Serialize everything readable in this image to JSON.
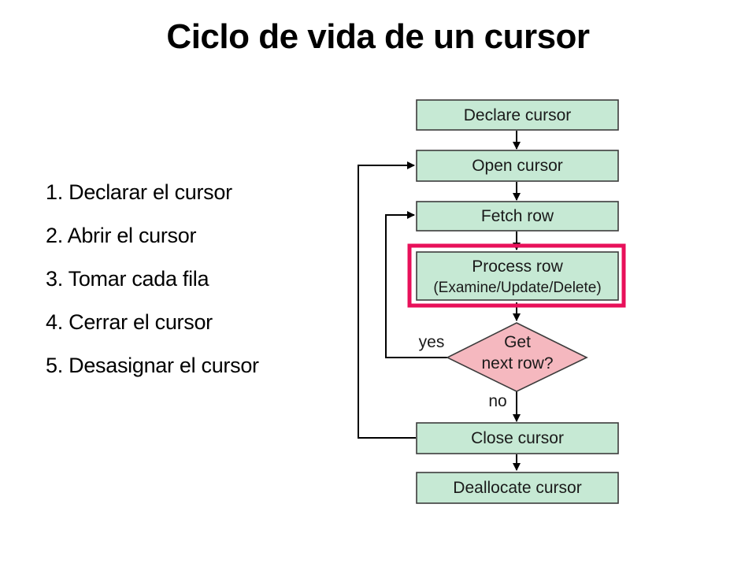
{
  "title": "Ciclo de vida de un cursor",
  "steps": [
    "1. Declarar el cursor",
    "2. Abrir el cursor",
    "3. Tomar cada fila",
    "4. Cerrar el cursor",
    "5. Desasignar el cursor"
  ],
  "flowchart": {
    "declare": "Declare cursor",
    "open": "Open cursor",
    "fetch": "Fetch row",
    "process_line1": "Process row",
    "process_line2": "(Examine/Update/Delete)",
    "decision_line1": "Get",
    "decision_line2": "next row?",
    "yes_label": "yes",
    "no_label": "no",
    "close": "Close cursor",
    "deallocate": "Deallocate cursor"
  },
  "colors": {
    "box_fill": "#c6e9d4",
    "decision_fill": "#f5b8bf",
    "highlight_border": "#e8105a"
  }
}
